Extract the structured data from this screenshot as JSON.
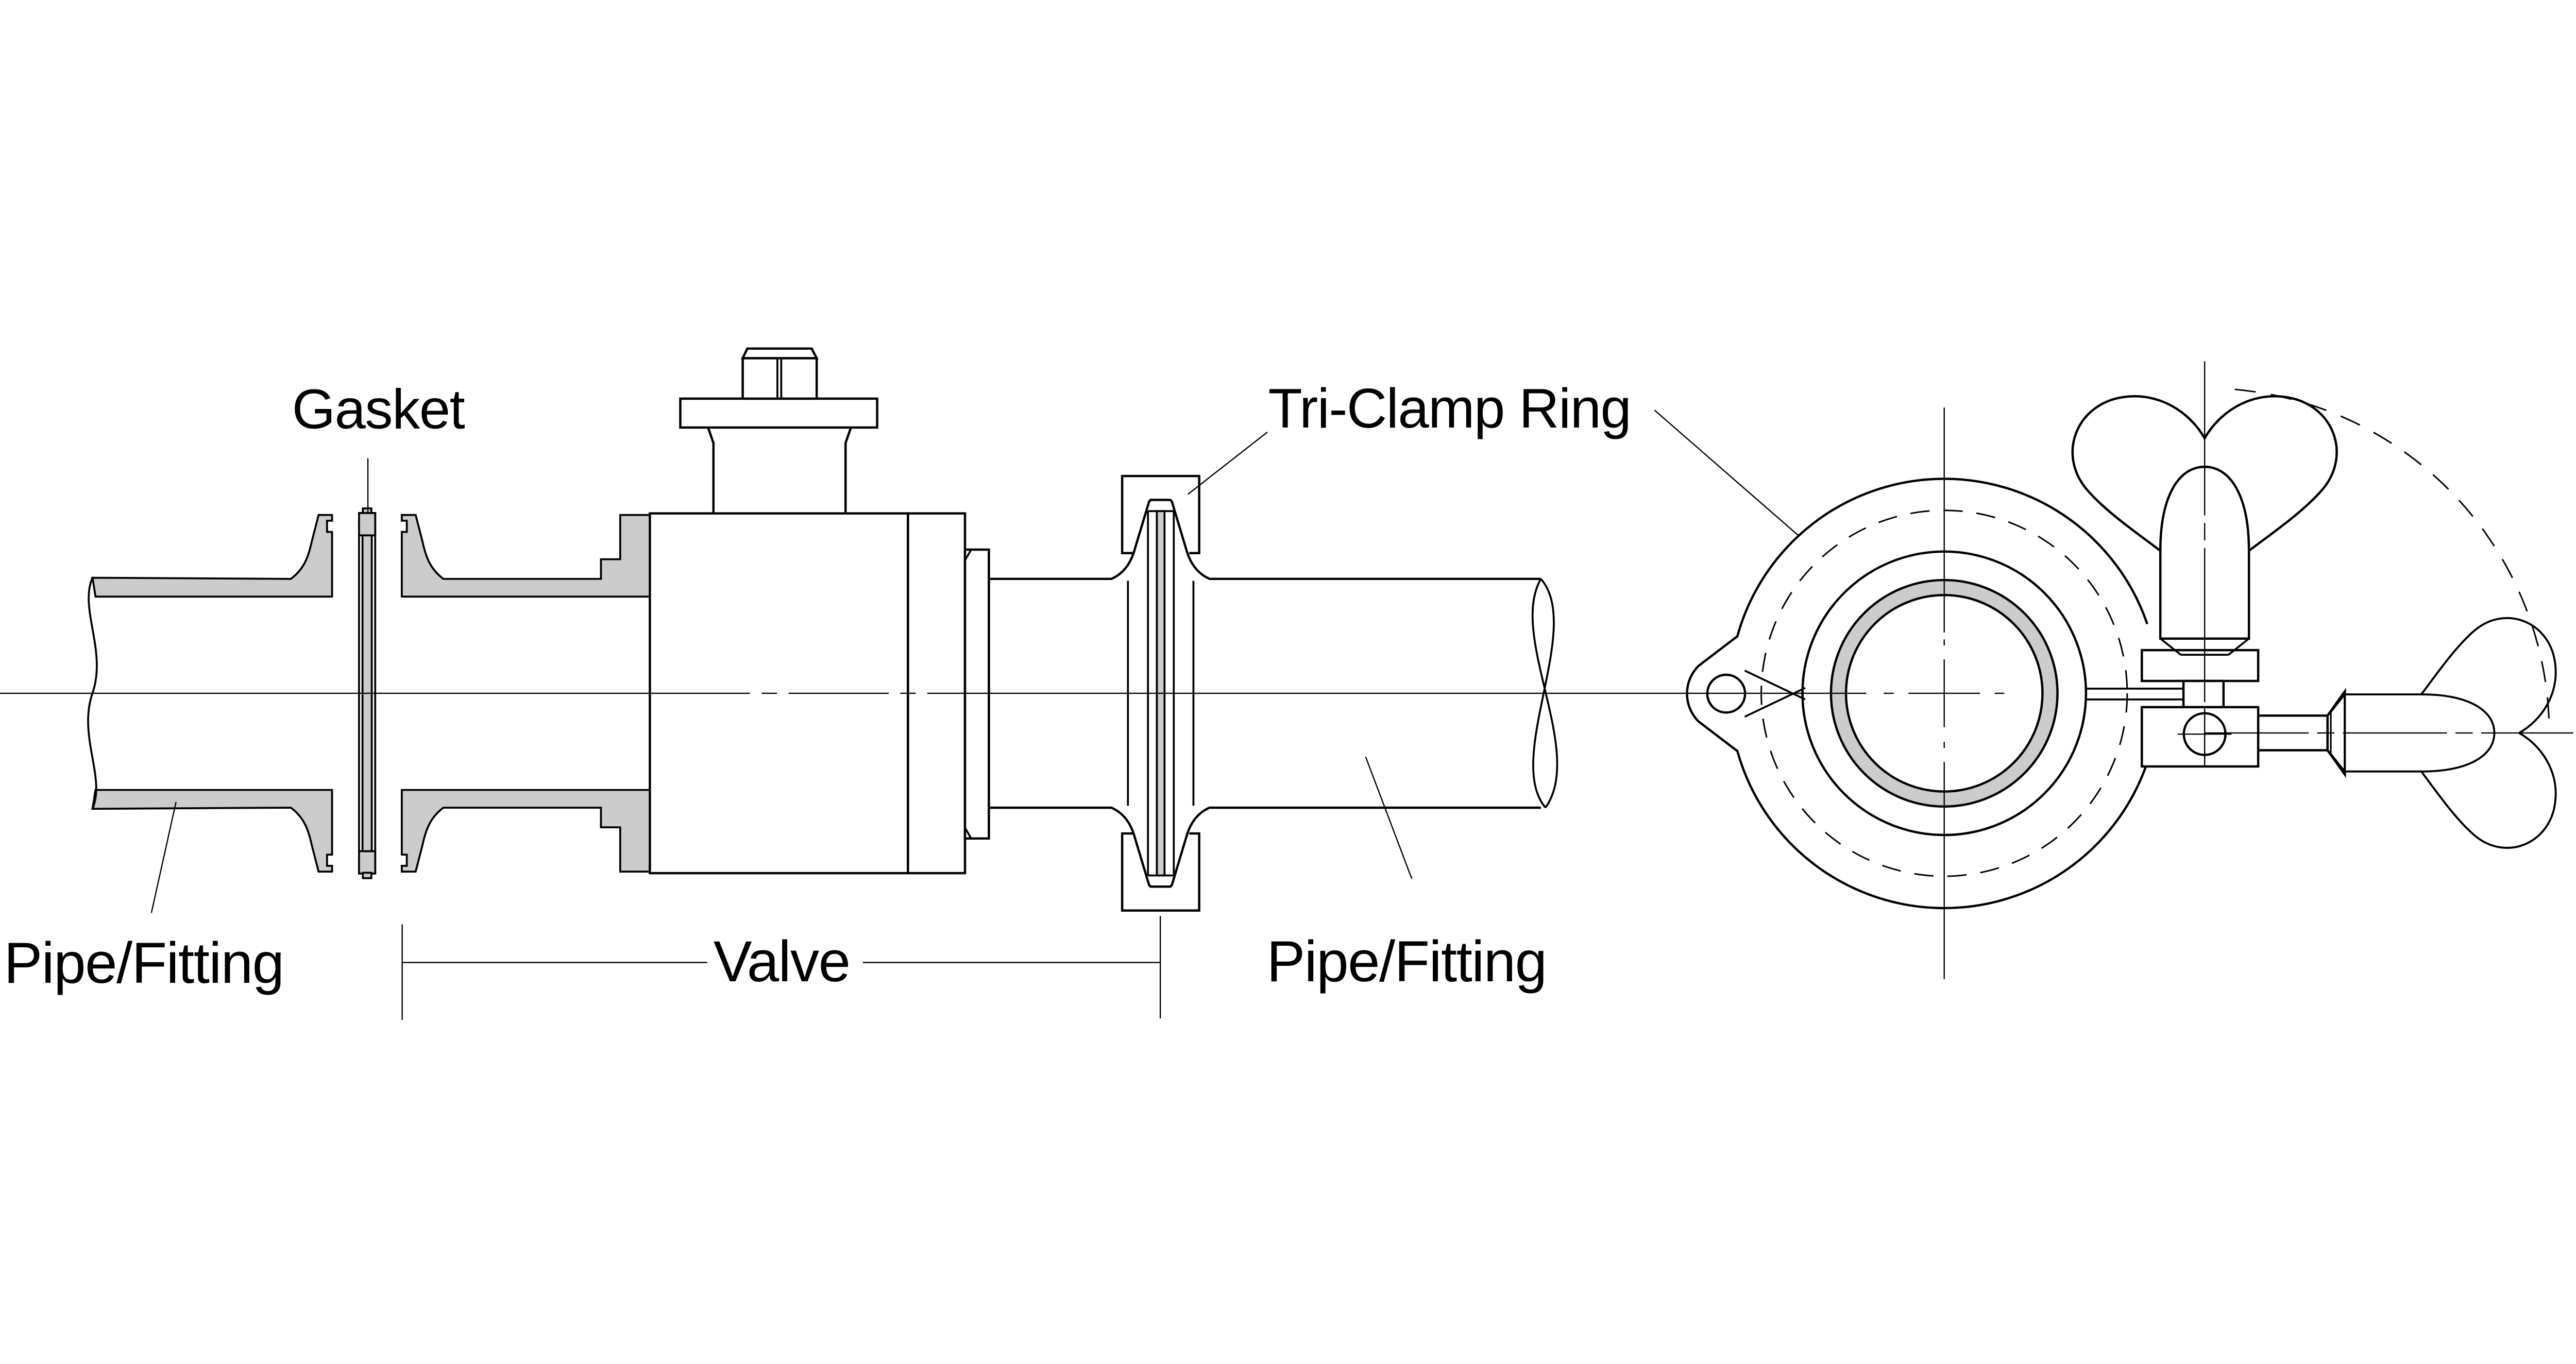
{
  "diagram": {
    "type": "technical-line-drawing",
    "subject": "Tri-clamp sanitary fitting: exploded cross-section of pipe/gasket/valve joint (left) and tri-clamp ring front view (right)",
    "labels": {
      "gasket": "Gasket",
      "tri_clamp_ring": "Tri-Clamp Ring",
      "pipe_fitting_left": "Pipe/Fitting",
      "valve": "Valve",
      "pipe_fitting_right": "Pipe/Fitting"
    },
    "colors": {
      "ink": "#000000",
      "section_fill": "#cccccc",
      "paper": "#ffffff"
    }
  }
}
